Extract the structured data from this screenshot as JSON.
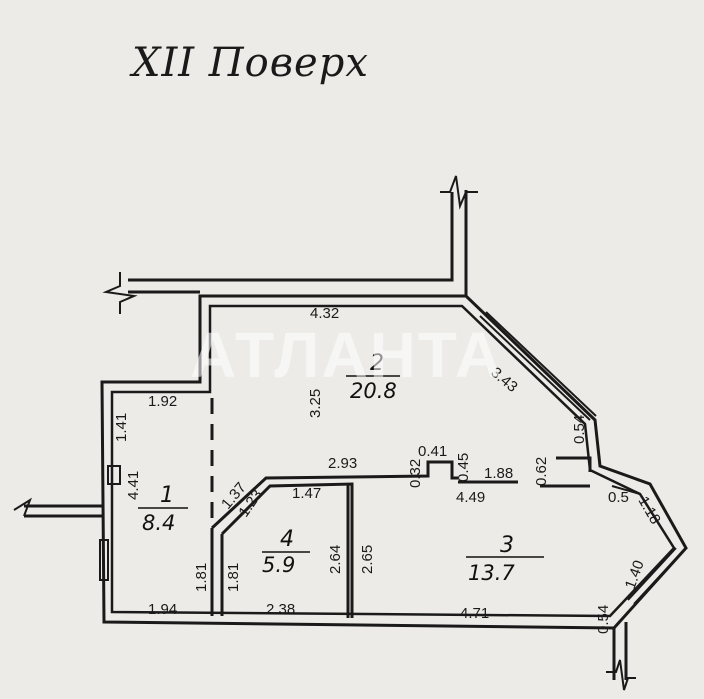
{
  "title": "XII Поверх",
  "watermark": "АТЛАНТА",
  "rooms": [
    {
      "number": "1",
      "area": "8.4"
    },
    {
      "number": "2",
      "area": "20.8"
    },
    {
      "number": "3",
      "area": "13.7"
    },
    {
      "number": "4",
      "area": "5.9"
    }
  ],
  "dimensions": [
    "4.32",
    "1.92",
    "1.41",
    "4.41",
    "3.25",
    "3.43",
    "0.54",
    "0.62",
    "1.88",
    "4.49",
    "2.93",
    "0.41",
    "0.32",
    "0.45",
    "1.37",
    "1.23",
    "1.47",
    "2.64",
    "2.65",
    "1.81",
    "1.81",
    "1.94",
    "2.38",
    "4.71",
    "0.54",
    "1.40",
    "1.18",
    "0.5"
  ],
  "colors": {
    "background": "#ecebe7",
    "wall": "#1a1a1a",
    "watermark": "#ffffff"
  }
}
